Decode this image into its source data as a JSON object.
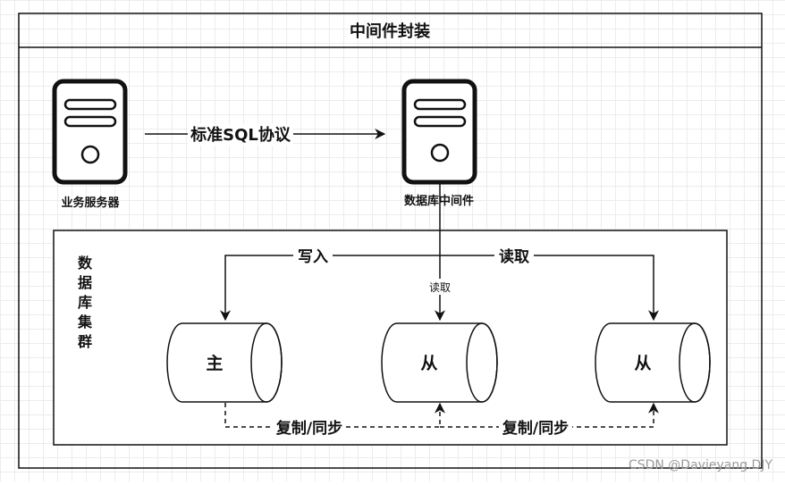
{
  "frame": {
    "title": "中间件封装"
  },
  "nodes": {
    "app_server": "业务服务器",
    "middleware": "数据库中间件"
  },
  "edges": {
    "protocol": "标准SQL协议",
    "write": "写入",
    "read_top": "读取",
    "read_mid": "读取",
    "replicate_1": "复制/同步",
    "replicate_2": "复制/同步"
  },
  "cluster": {
    "label_chars": [
      "数",
      "据",
      "库",
      "集",
      "群"
    ],
    "master": "主",
    "slave_1": "从",
    "slave_2": "从"
  },
  "watermark": "CSDN @Davieyang.DJY",
  "colors": {
    "stroke": "#111111",
    "background": "#ffffff",
    "grid": "#ececec",
    "watermark": "#9a9a9a"
  }
}
